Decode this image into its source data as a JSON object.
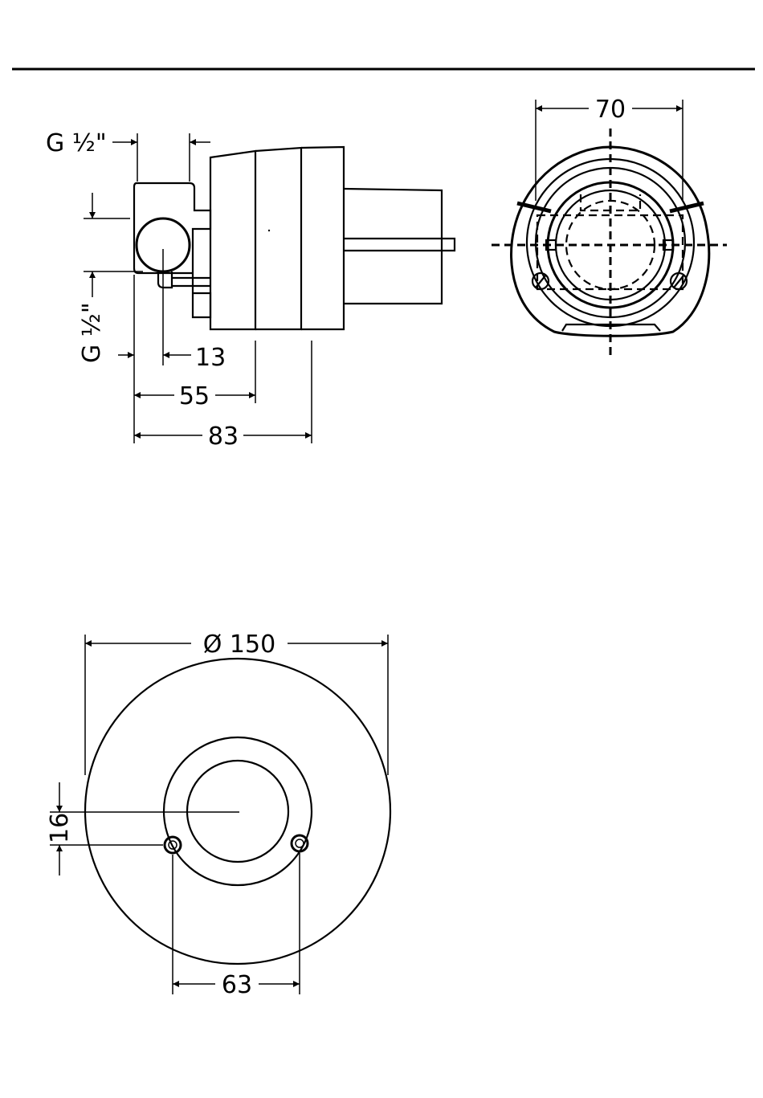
{
  "side_view": {
    "thread_top": "G ½\"",
    "thread_side": "G ½\"",
    "dim_13": "13",
    "dim_55": "55",
    "dim_83": "83"
  },
  "end_view": {
    "dim_70": "70"
  },
  "front_view": {
    "dim_diameter": "Ø 150",
    "dim_16": "16",
    "dim_63": "63"
  }
}
